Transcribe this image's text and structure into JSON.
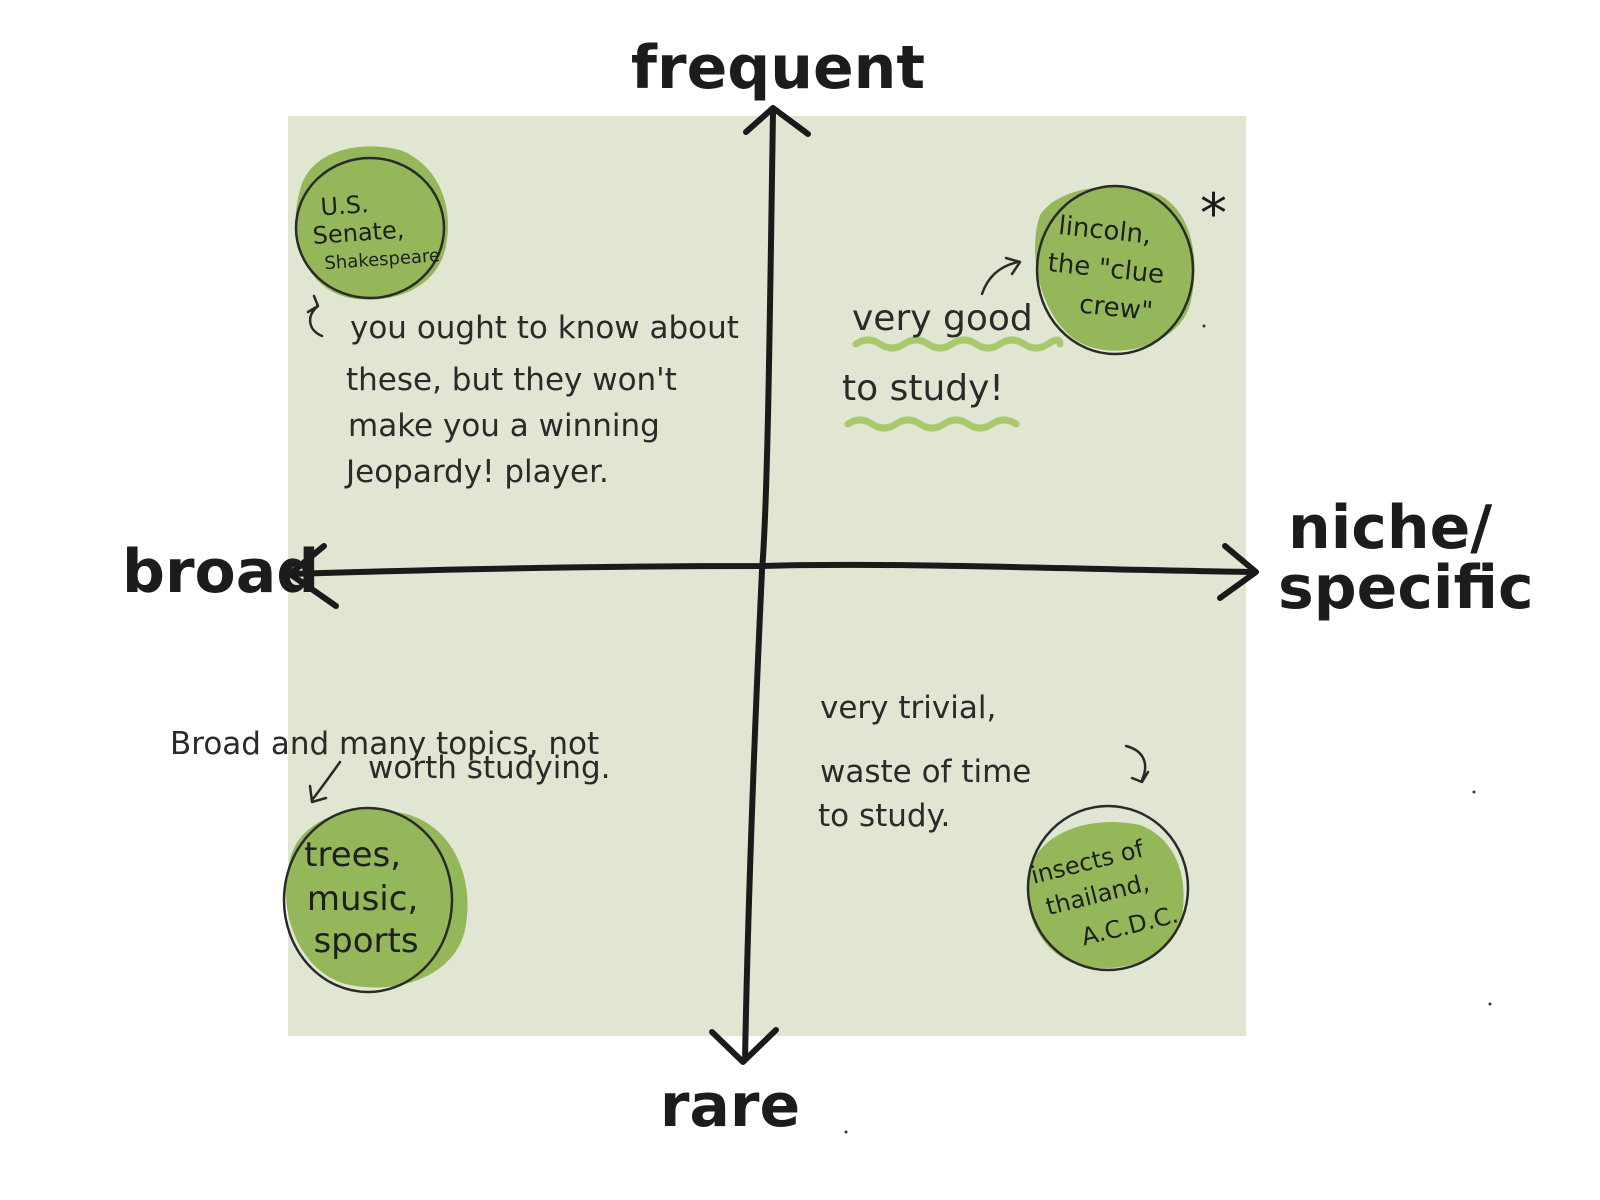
{
  "colors": {
    "quadrant_background": "#e1e6d3",
    "highlight_green": "#8fb552",
    "underline_green": "#a9c76b",
    "ink": "#1c1c1c"
  },
  "axes": {
    "top": "frequent",
    "bottom": "rare",
    "left": "broad",
    "right_line1": "niche/",
    "right_line2": "specific"
  },
  "asterisk": "*",
  "quadrants": {
    "top_left": {
      "blob_lines": [
        "U.S.",
        "Senate,",
        "Shakespeare"
      ],
      "note_lines": [
        "you ought to know about",
        "these, but they won't",
        "make you a winning",
        "Jeopardy! player."
      ]
    },
    "top_right": {
      "blob_lines": [
        "lincoln,",
        "the \"clue",
        "crew\""
      ],
      "note_lines": [
        "very good",
        "to study!"
      ]
    },
    "bottom_left": {
      "blob_lines": [
        "trees,",
        "music,",
        "sports"
      ],
      "note_lines": [
        "Broad and many topics, not",
        "worth studying."
      ]
    },
    "bottom_right": {
      "blob_lines": [
        "insects of",
        "thailand,",
        "A.C.D.C."
      ],
      "note_lines": [
        "very trivial,",
        "waste of time",
        "to study."
      ]
    }
  }
}
